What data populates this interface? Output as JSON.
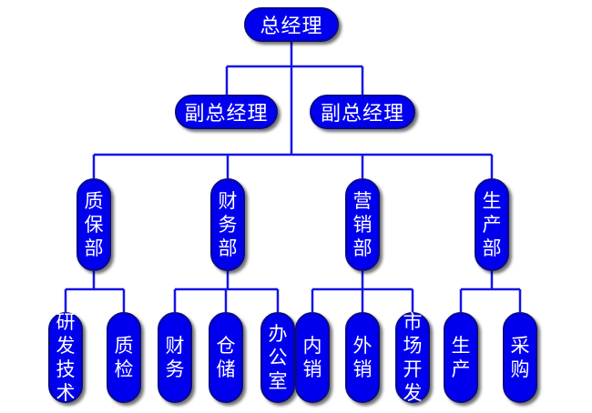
{
  "colors": {
    "node": "#0000ee",
    "border": "#0a0a8a",
    "line": "#1414e6",
    "text": "#ffffff"
  },
  "top": "总经理",
  "vice": [
    "副总经理",
    "副总经理"
  ],
  "depts": [
    {
      "name": "质保部",
      "subs": [
        "研发技术",
        "质检"
      ]
    },
    {
      "name": "财务部",
      "subs": [
        "财务",
        "仓储",
        "办公室"
      ]
    },
    {
      "name": "营销部",
      "subs": [
        "内销",
        "外销",
        "市场开发"
      ]
    },
    {
      "name": "生产部",
      "subs": [
        "生产",
        "采购"
      ]
    }
  ]
}
